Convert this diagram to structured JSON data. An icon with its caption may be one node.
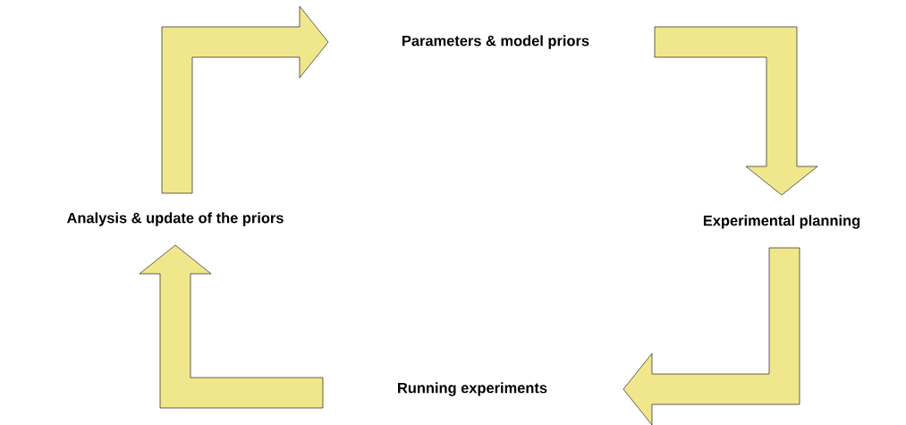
{
  "diagram": {
    "nodes": [
      {
        "text": [
          "Parameters & model priors"
        ]
      },
      {
        "text": [
          "Experimental planning"
        ]
      },
      {
        "text": [
          "Running experiments"
        ]
      },
      {
        "text": [
          "Analysis & update of the priors"
        ]
      }
    ],
    "edges": [
      {
        "from": 3,
        "to": 0,
        "arrow": "to"
      },
      {
        "from": 0,
        "to": 1,
        "arrow": "to"
      },
      {
        "from": 1,
        "to": 2,
        "arrow": "to"
      },
      {
        "from": 2,
        "to": 3,
        "arrow": "to"
      }
    ]
  }
}
